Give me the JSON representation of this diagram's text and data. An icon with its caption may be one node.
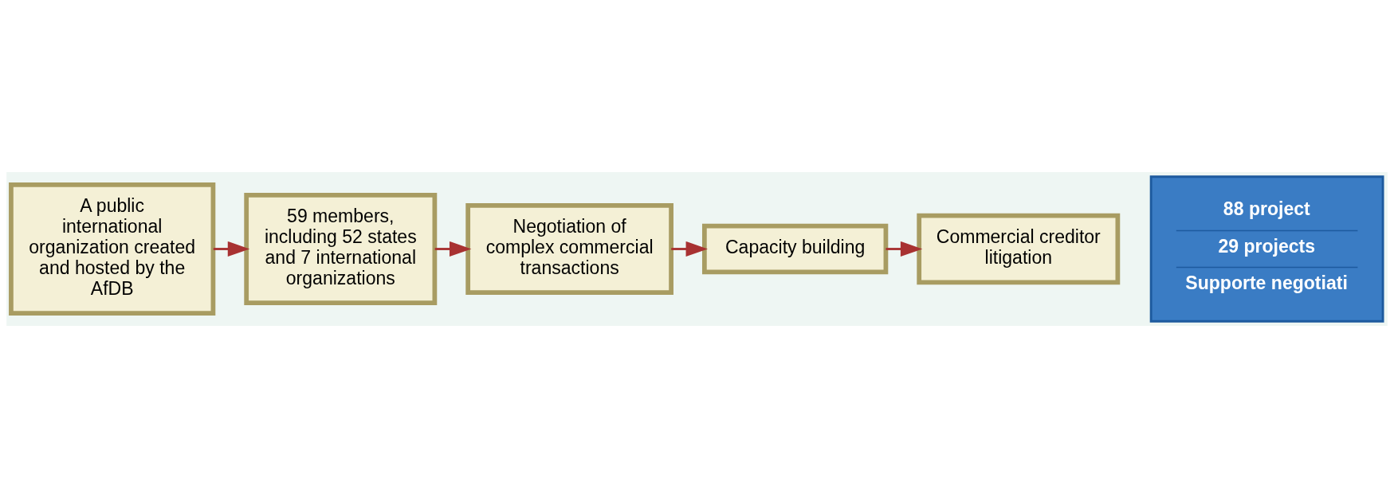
{
  "diagram": {
    "nodes": [
      {
        "text": [
          "A public international organization created and hosted by the AfDB"
        ]
      },
      {
        "text": [
          "59 members, including 52 states and 7 international organizations"
        ]
      },
      {
        "text": [
          "Negotiation of complex commercial transactions"
        ]
      },
      {
        "text": [
          "Capacity building"
        ]
      },
      {
        "text": [
          "Commercial creditor litigation"
        ]
      },
      {
        "text": [
          "88 project",
          "29 projects",
          "Supporte negotiati"
        ]
      }
    ],
    "edges": [
      {
        "from": 0,
        "to": 1,
        "arrow": "to"
      },
      {
        "from": 1,
        "to": 2,
        "arrow": "to"
      },
      {
        "from": 2,
        "to": 3,
        "arrow": "to"
      },
      {
        "from": 3,
        "to": 4,
        "arrow": "to"
      }
    ]
  }
}
